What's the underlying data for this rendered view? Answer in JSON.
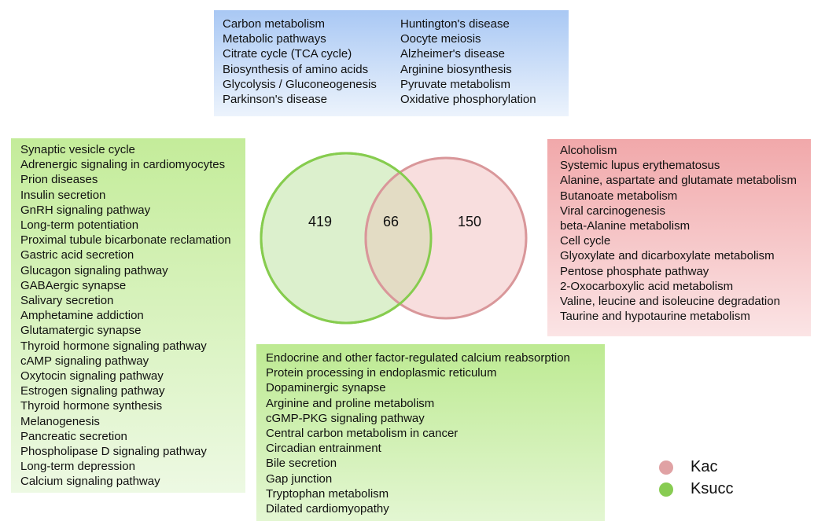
{
  "venn": {
    "ksucc_only": "419",
    "overlap": "66",
    "kac_only": "150",
    "colors": {
      "ksucc_stroke": "#86cc4e",
      "ksucc_fill": "#dcf0cd",
      "kac_stroke": "#d9979a",
      "kac_fill": "#f8dede",
      "overlap_fill": "#e3dcc4"
    }
  },
  "shared_pathways": {
    "col1": [
      "Carbon metabolism",
      "Metabolic pathways",
      "Citrate cycle (TCA cycle)",
      "Biosynthesis of amino acids",
      "Glycolysis / Gluconeogenesis",
      "Parkinson's disease"
    ],
    "col2": [
      "Huntington's disease",
      "Oocyte meiosis",
      "Alzheimer's disease",
      "Arginine biosynthesis",
      "Pyruvate metabolism",
      "Oxidative phosphorylation"
    ]
  },
  "ksucc_pathways": [
    "Synaptic vesicle cycle",
    "Adrenergic signaling in cardiomyocytes",
    "Prion diseases",
    "Insulin secretion",
    "GnRH signaling pathway",
    "Long-term potentiation",
    "Proximal tubule bicarbonate reclamation",
    "Gastric acid secretion",
    "Glucagon signaling pathway",
    "GABAergic synapse",
    "Salivary secretion",
    "Amphetamine addiction",
    "Glutamatergic synapse",
    "Thyroid hormone signaling pathway",
    "cAMP signaling pathway",
    "Oxytocin signaling pathway",
    "Estrogen signaling pathway",
    "Thyroid hormone synthesis",
    "Melanogenesis",
    "Pancreatic secretion",
    "Phospholipase D signaling pathway",
    "Long-term depression",
    "Calcium signaling pathway"
  ],
  "kac_pathways": [
    "Alcoholism",
    "Systemic lupus erythematosus",
    "Alanine, aspartate and glutamate metabolism",
    "Butanoate metabolism",
    "Viral carcinogenesis",
    "beta-Alanine metabolism",
    "Cell cycle",
    "Glyoxylate and dicarboxylate metabolism",
    "Pentose phosphate pathway",
    "2-Oxocarboxylic acid metabolism",
    "Valine, leucine and isoleucine degradation",
    "Taurine and hypotaurine metabolism"
  ],
  "ksucc_extra_pathways": [
    "Endocrine and other factor-regulated calcium reabsorption",
    "Protein processing in endoplasmic reticulum",
    "Dopaminergic synapse",
    "Arginine and proline metabolism",
    "cGMP-PKG signaling pathway",
    "Central carbon metabolism in cancer",
    "Circadian entrainment",
    "Bile secretion",
    "Gap junction",
    "Tryptophan metabolism",
    "Dilated cardiomyopathy"
  ],
  "legend": {
    "kac_label": "Kac",
    "ksucc_label": "Ksucc",
    "kac_color": "#e0a2a4",
    "ksucc_color": "#88cc52"
  }
}
